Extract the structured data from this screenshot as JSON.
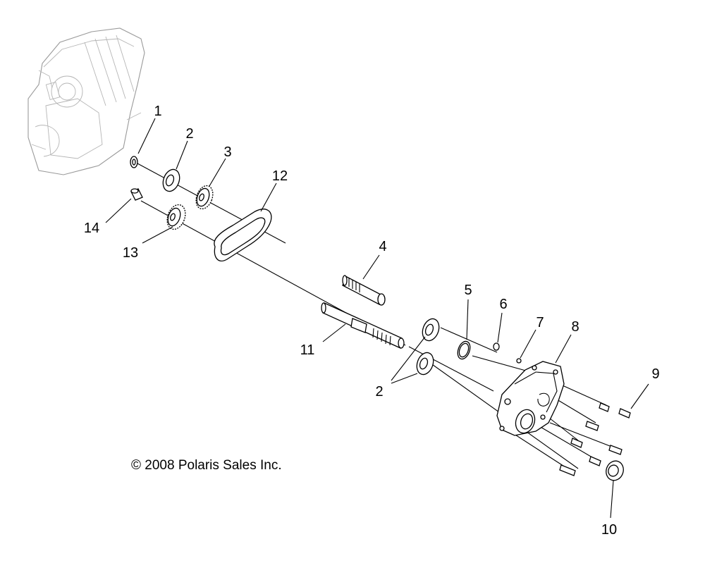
{
  "copyright": "© 2008 Polaris Sales Inc.",
  "callouts": {
    "c1": "1",
    "c2a": "2",
    "c2b": "2",
    "c3": "3",
    "c4": "4",
    "c5": "5",
    "c6": "6",
    "c7": "7",
    "c8": "8",
    "c9": "9",
    "c10": "10",
    "c11": "11",
    "c12": "12",
    "c13": "13",
    "c14": "14"
  }
}
